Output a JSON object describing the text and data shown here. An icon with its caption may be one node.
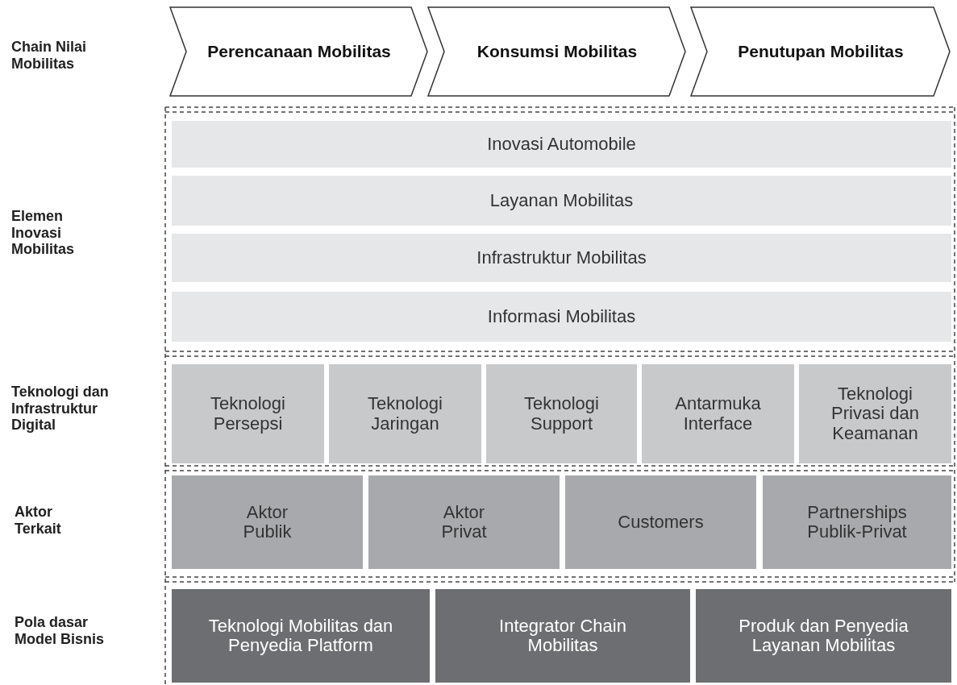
{
  "diagram": {
    "nodes": [
      {
        "text": [
          "Perencanaan Mobilitas"
        ]
      },
      {
        "text": [
          "Konsumsi Mobilitas"
        ]
      },
      {
        "text": [
          "Penutupan Mobilitas"
        ]
      },
      {
        "text": [
          "Inovasi Automobile"
        ]
      },
      {
        "text": [
          "Layanan Mobilitas"
        ]
      },
      {
        "text": [
          "Infrastruktur Mobilitas"
        ]
      },
      {
        "text": [
          "Informasi Mobilitas"
        ]
      },
      {
        "text": [
          "Teknologi Persepsi"
        ]
      },
      {
        "text": [
          "Teknologi Jaringan"
        ]
      },
      {
        "text": [
          "Teknologi Support"
        ]
      },
      {
        "text": [
          "Antarmuka Interface"
        ]
      },
      {
        "text": [
          "Teknologi Privasi dan Keamanan"
        ]
      },
      {
        "text": [
          "Aktor Publik"
        ]
      },
      {
        "text": [
          "Aktor Privat"
        ]
      },
      {
        "text": [
          "Customers"
        ]
      },
      {
        "text": [
          "Partnerships Publik-Privat"
        ]
      },
      {
        "text": [
          "Teknologi Mobilitas dan Penyedia Platform"
        ]
      },
      {
        "text": [
          "Integrator Chain Mobilitas"
        ]
      },
      {
        "text": [
          "Produk dan Penyedia Layanan Mobilitas"
        ]
      }
    ],
    "edges": [],
    "labels": [
      "Chain Nilai Mobilitas",
      "Elemen Inovasi Mobilitas",
      "Teknologi dan Infrastruktur Digital",
      "Aktor Terkait",
      "Pola dasar Model Bisnis"
    ]
  }
}
